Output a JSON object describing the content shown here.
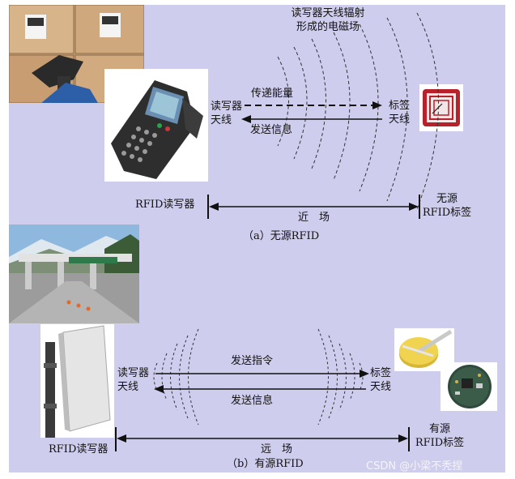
{
  "panel_a": {
    "radiation_label_line1": "读写器天线辐射",
    "radiation_label_line2": "形成的电磁场",
    "reader_antenna_line1": "读写器",
    "reader_antenna_line2": "天线",
    "energy_label": "传递能量",
    "send_label": "发送信息",
    "tag_antenna_line1": "标签",
    "tag_antenna_line2": "天线",
    "reader_label": "RFID读写器",
    "tag_label_line1": "无源",
    "tag_label_line2": "RFID标签",
    "range_label": "近　场",
    "caption": "（a）无源RFID"
  },
  "panel_b": {
    "reader_antenna_line1": "读写器",
    "reader_antenna_line2": "天线",
    "command_label": "发送指令",
    "send_label": "发送信息",
    "tag_antenna_line1": "标签",
    "tag_antenna_line2": "天线",
    "reader_label": "RFID读写器",
    "tag_label_line1": "有源",
    "tag_label_line2": "RFID标签",
    "range_label": "远　场",
    "caption": "（b）有源RFID"
  },
  "watermark": "CSDN @小梁不秃捏",
  "colors": {
    "panel_bg": "#cfcdee",
    "arrow": "#111111",
    "tag_red": "#b8202a"
  }
}
